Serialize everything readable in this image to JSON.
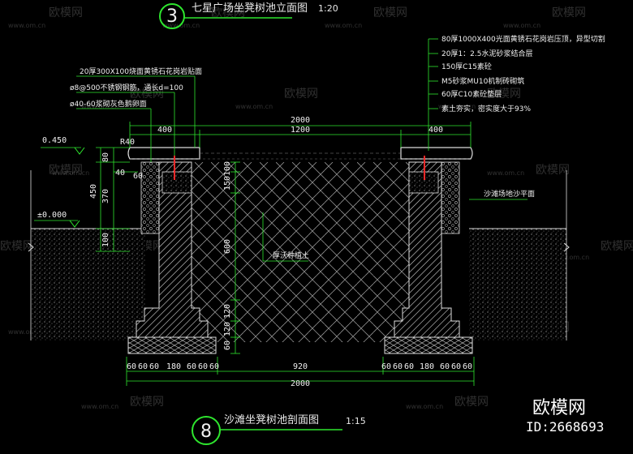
{
  "titles": {
    "top": {
      "number": "3",
      "text": "七星广场坐凳树池立面图",
      "scale": "1:20"
    },
    "bottom": {
      "number": "8",
      "text": "沙滩坐凳树池剖面图",
      "scale": "1:15"
    }
  },
  "callouts_left": [
    "20厚300X100烧面黄锈石花岗岩贴面",
    "ø8@500不锈钢钢筋，通长d=100",
    "ø40-60浆砌灰色鹅卵面"
  ],
  "callouts_right": [
    "80厚1000X400光面黄锈石花岗岩压顶，异型切割",
    "20厚1：2.5水泥砂浆结合层",
    "150厚C15素砼",
    "M5砂浆MU10机制砖砌筑",
    "60厚C10素砼垫层",
    "素土夯实，密实度大于93%"
  ],
  "labels": {
    "fill": "厚沃种植土",
    "sand": "沙滩场地沙平面",
    "elev_top": "0.450",
    "elev_ground": "±0.000",
    "radius": "R40"
  },
  "dims": {
    "top_total": "2000",
    "top_left": "400",
    "top_mid": "1200",
    "top_right": "400",
    "v_80": "80",
    "v_450": "450",
    "v_370": "370",
    "v_100": "100",
    "h_40": "40",
    "h_60": "60",
    "c_100": "100",
    "c_150": "150",
    "c_600": "600",
    "c_120a": "120",
    "c_120b": "120",
    "c_60": "60",
    "b_left": [
      "60",
      "60",
      "60",
      "180",
      "60",
      "60",
      "60"
    ],
    "b_mid": "920",
    "b_right": [
      "60",
      "60",
      "60",
      "180",
      "60",
      "60",
      "60"
    ],
    "b_total": "2000"
  },
  "watermark": {
    "brand": "欧模网",
    "url": "www.om.cn",
    "id_text": "ID:2668693"
  }
}
